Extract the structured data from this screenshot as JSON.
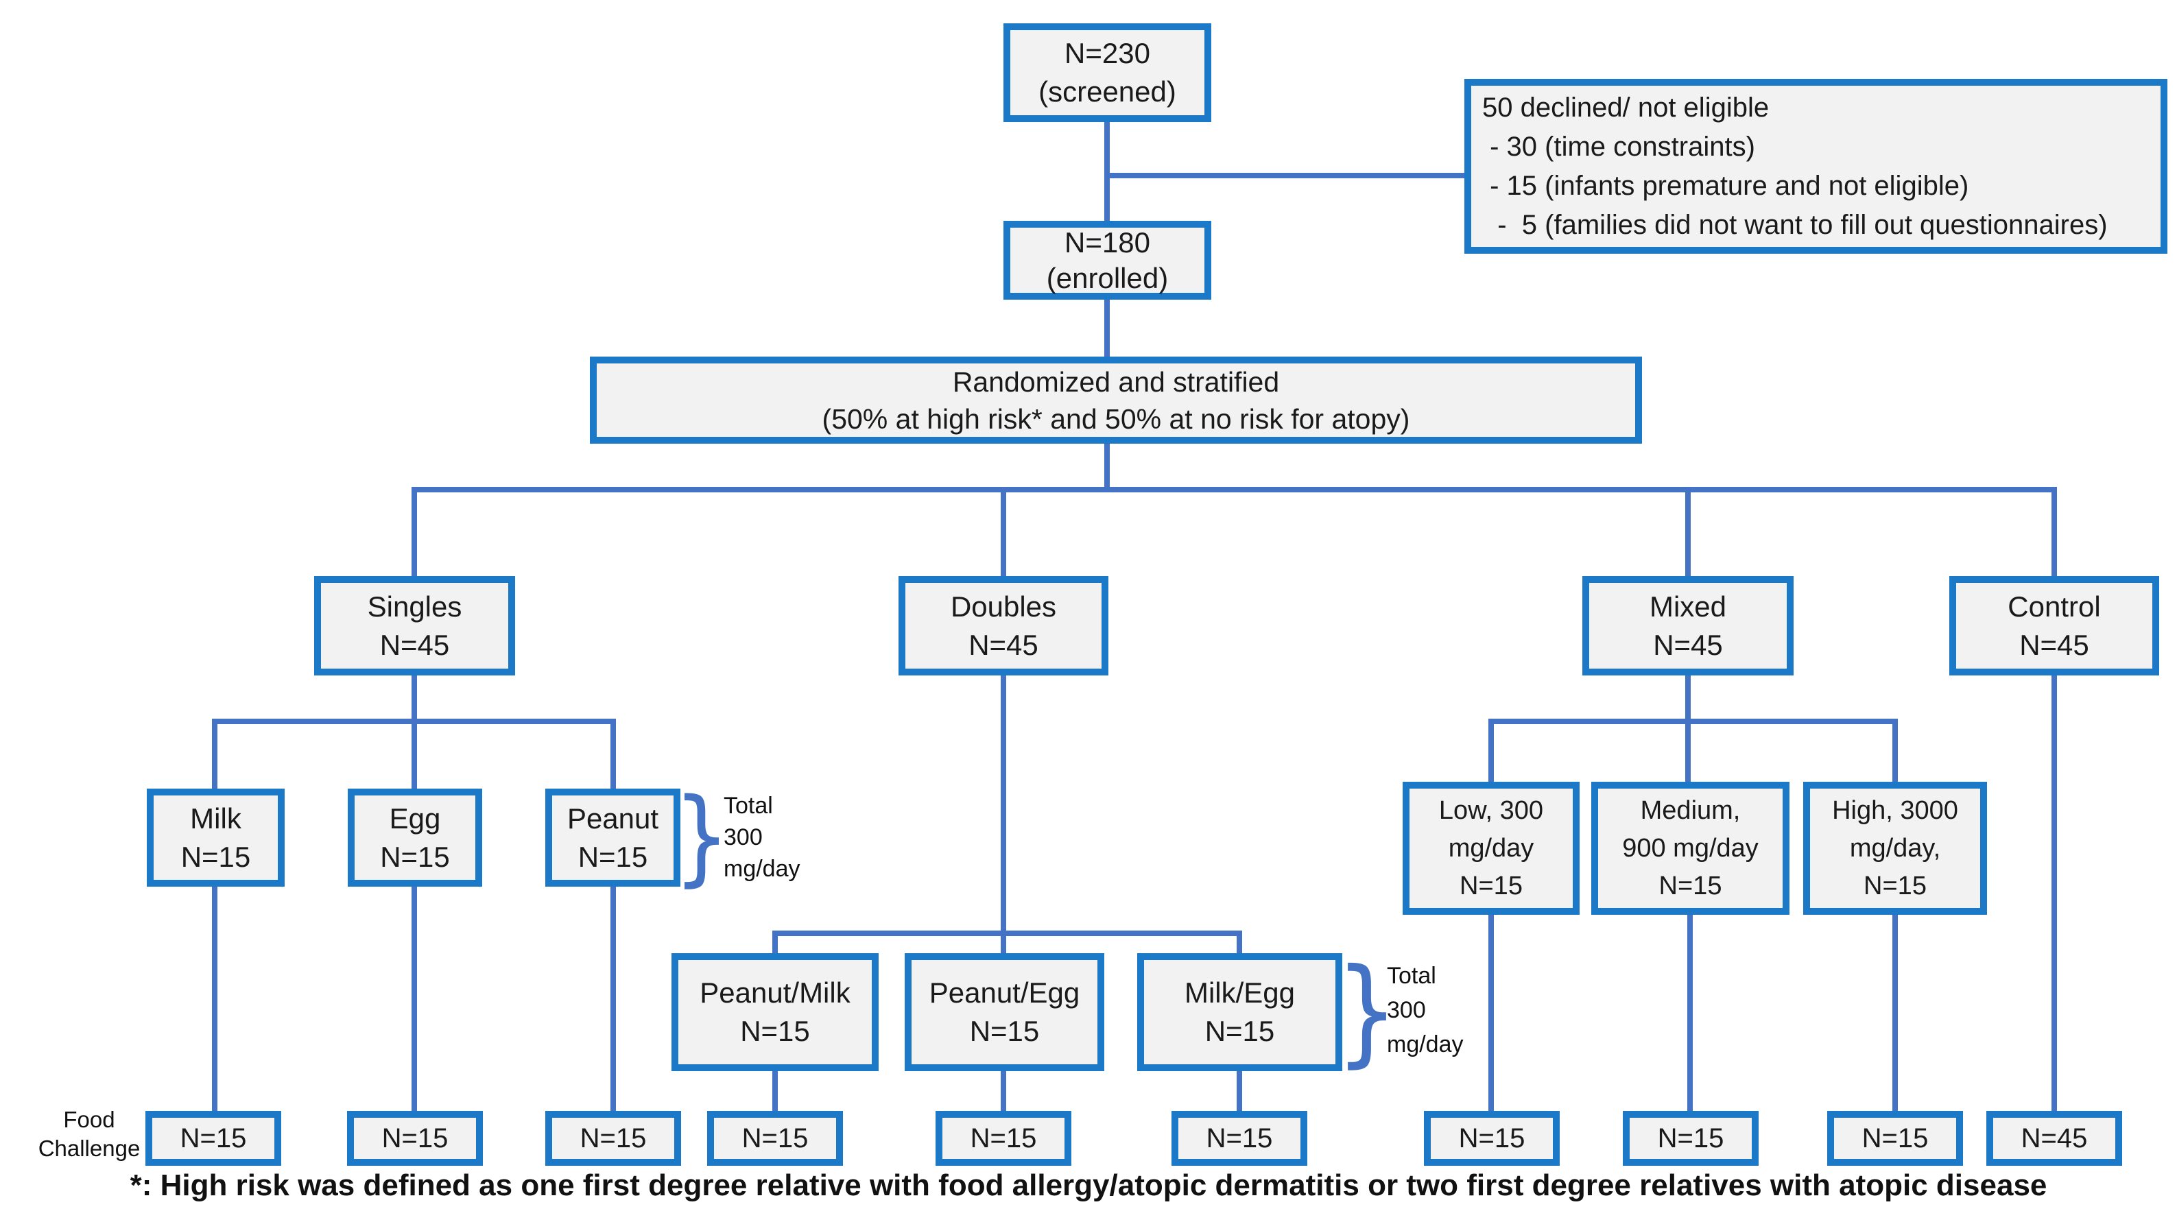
{
  "colors": {
    "box_border": "#1b79c8",
    "box_fill": "#f2f2f2",
    "connector": "#4472c4",
    "text": "#1a1a1a"
  },
  "nodes": {
    "screened": {
      "line1": "N=230",
      "line2": "(screened)"
    },
    "enrolled": {
      "line1": "N=180",
      "line2": "(enrolled)"
    },
    "randomized": {
      "line1": "Randomized and stratified",
      "line2": "(50% at high risk* and 50% at no risk for atopy)"
    },
    "singles": {
      "line1": "Singles",
      "line2": "N=45"
    },
    "doubles": {
      "line1": "Doubles",
      "line2": "N=45"
    },
    "mixed": {
      "line1": "Mixed",
      "line2": "N=45"
    },
    "control": {
      "line1": "Control",
      "line2": "N=45"
    },
    "milk": {
      "line1": "Milk",
      "line2": "N=15"
    },
    "egg": {
      "line1": "Egg",
      "line2": "N=15"
    },
    "peanut": {
      "line1": "Peanut",
      "line2": "N=15"
    },
    "peanut_milk": {
      "line1": "Peanut/Milk",
      "line2": "N=15"
    },
    "peanut_egg": {
      "line1": "Peanut/Egg",
      "line2": "N=15"
    },
    "milk_egg": {
      "line1": "Milk/Egg",
      "line2": "N=15"
    },
    "low": {
      "line1": "Low, 300",
      "line2": "mg/day",
      "line3": "N=15"
    },
    "medium": {
      "line1": "Medium,",
      "line2": "900 mg/day",
      "line3": "N=15"
    },
    "high": {
      "line1": "High, 3000",
      "line2": "mg/day,",
      "line3": "N=15"
    }
  },
  "declined": {
    "lines": [
      "50 declined/ not eligible",
      " - 30 (time constraints)",
      " - 15 (infants premature and not eligible)",
      "  -  5 (families did not want to fill out questionnaires)"
    ]
  },
  "dose_note": {
    "brace_glyph": "}",
    "lines": [
      "Total",
      "300",
      "mg/day"
    ]
  },
  "food_challenge": {
    "label_line1": "Food",
    "label_line2": "Challenge",
    "results": [
      "N=15",
      "N=15",
      "N=15",
      "N=15",
      "N=15",
      "N=15",
      "N=15",
      "N=15",
      "N=15",
      "N=45"
    ]
  },
  "footnote": "*: High risk was defined as one first degree relative with food allergy/atopic dermatitis or two first degree relatives with atopic disease"
}
